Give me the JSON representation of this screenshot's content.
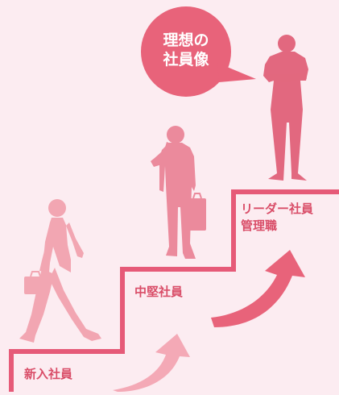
{
  "colors": {
    "background": "#fcecf1",
    "stairs": "#e65a78",
    "label_text": "#d94d68",
    "bubble": "#e8637a",
    "bubble_text": "#ffffff",
    "figure_new": "#f2a6b2",
    "figure_mid": "#eb8a9c",
    "figure_ideal": "#e2687f",
    "arrow_light": "#f4a9b6",
    "arrow_dark": "#e8637a"
  },
  "bubble": {
    "line1": "理想の",
    "line2": "社員像"
  },
  "steps": [
    {
      "label": "新入社員"
    },
    {
      "label": "中堅社員"
    },
    {
      "label": "リーダー社員",
      "label2": "管理職"
    }
  ]
}
